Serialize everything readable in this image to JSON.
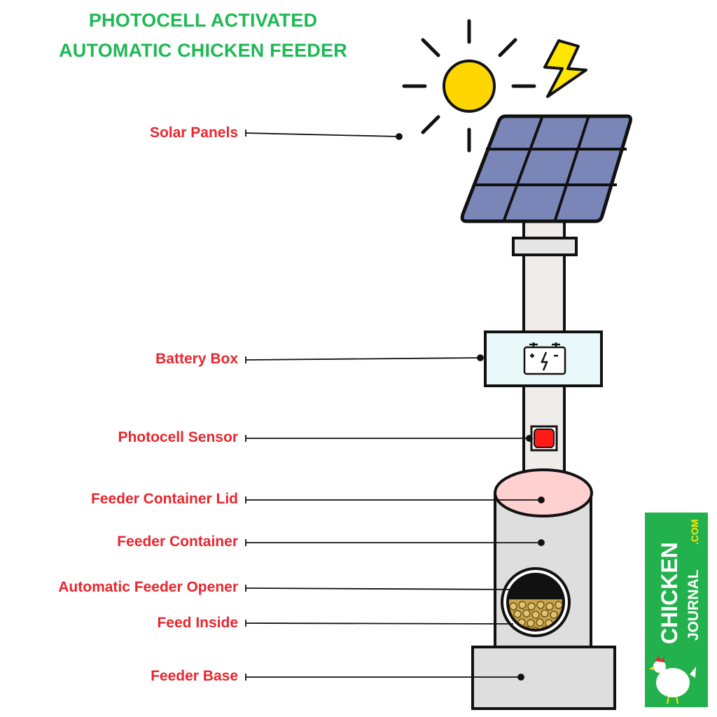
{
  "title": {
    "line1": "PHOTOCELL ACTIVATED",
    "line2": "AUTOMATIC CHICKEN FEEDER"
  },
  "labels": {
    "solar_panels": "Solar Panels",
    "battery_box": "Battery Box",
    "photocell_sensor": "Photocell Sensor",
    "feeder_container_lid": "Feeder Container Lid",
    "feeder_container": "Feeder Container",
    "automatic_feeder_opener": "Automatic Feeder Opener",
    "feed_inside": "Feed Inside",
    "feeder_base": "Feeder Base"
  },
  "logo": {
    "brand": "CHICKEN",
    "sub": "JOURNAL",
    "tld": ".COM"
  },
  "colors": {
    "title": "#1db954",
    "labels": "#e8262d",
    "sun": "#ffd600",
    "lightning": "#ffe600",
    "panel": "#7a86b8",
    "battery_box": "#e9f8f8",
    "sensor": "#ff1a1a",
    "lid": "#ffd0d0",
    "container": "#dedede",
    "feed": "#c8a64a",
    "logo_bg": "#22b14c"
  },
  "icons": [
    "sun-icon",
    "lightning-icon",
    "battery-icon",
    "chicken-icon"
  ]
}
